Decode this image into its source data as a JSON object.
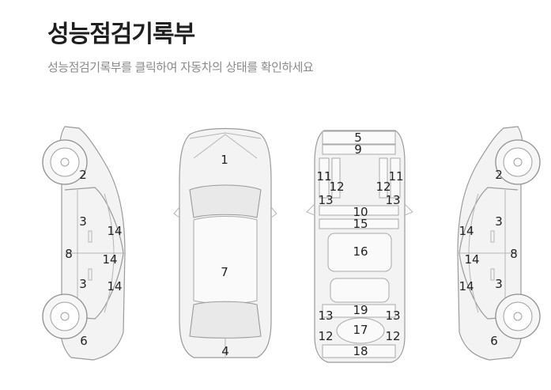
{
  "header": {
    "title": "성능점검기록부",
    "subtitle": "성능점검기록부를 클릭하여 자동차의 상태를 확인하세요"
  },
  "parts": {
    "left": {
      "n2": "2",
      "n3a": "3",
      "n14a": "14",
      "n8": "8",
      "n14b": "14",
      "n3b": "3",
      "n14c": "14",
      "n6": "6"
    },
    "top": {
      "n1": "1",
      "n7": "7",
      "n4": "4"
    },
    "under": {
      "n5": "5",
      "n9": "9",
      "n11a": "11",
      "n12a": "12",
      "n12b": "12",
      "n11b": "11",
      "n13a": "13",
      "n13b": "13",
      "n10": "10",
      "n15": "15",
      "n16": "16",
      "n19": "19",
      "n13c": "13",
      "n13d": "13",
      "n17": "17",
      "n12c": "12",
      "n12d": "12",
      "n18": "18"
    },
    "right": {
      "n2": "2",
      "n3a": "3",
      "n14a": "14",
      "n8": "8",
      "n14b": "14",
      "n3b": "3",
      "n14c": "14",
      "n6": "6"
    }
  }
}
